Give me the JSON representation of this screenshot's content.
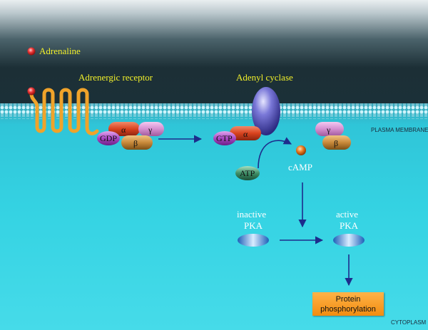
{
  "labels": {
    "adrenaline": "Adrenaline",
    "adrenergic_receptor": "Adrenergic receptor",
    "adenyl_cyclase": "Adenyl cyclase",
    "plasma_membrane": "PLASMA MEMBRANE",
    "cytoplasm": "CYTOPLASM",
    "camp": "cAMP",
    "inactive": "inactive",
    "active": "active",
    "pka_inactive": "PKA",
    "pka_active": "PKA",
    "protein_line1": "Protein",
    "protein_line2": "phosphorylation"
  },
  "molecules": {
    "gdp": "GDP",
    "gtp": "GTP",
    "atp": "ATP",
    "alpha_1": "α",
    "gamma_1": "γ",
    "beta_1": "β",
    "alpha_2": "α",
    "gamma_2": "γ",
    "beta_2": "β"
  },
  "colors": {
    "label_yellow": "#f2f02a",
    "arrow": "#1d2c8c",
    "receptor": "#f0a32a",
    "adrenaline_ball": "#e53030"
  }
}
